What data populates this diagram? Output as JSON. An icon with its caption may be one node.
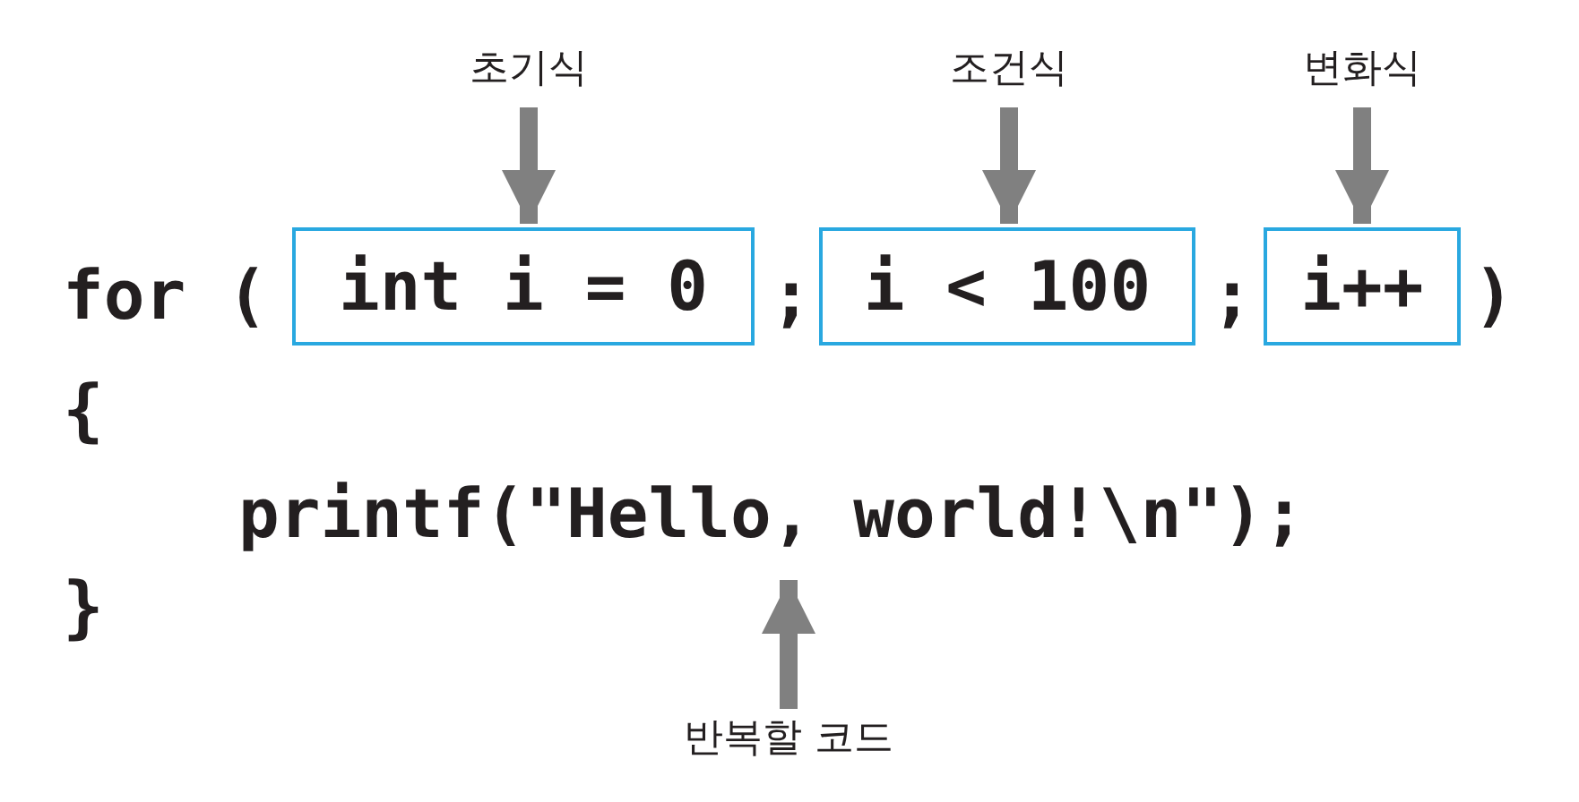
{
  "diagram": {
    "nodes": [
      {
        "text": [
          "초기식"
        ]
      },
      {
        "text": [
          "조건식"
        ]
      },
      {
        "text": [
          "변화식"
        ]
      },
      {
        "text": [
          "int i = 0"
        ]
      },
      {
        "text": [
          "i < 100"
        ]
      },
      {
        "text": [
          "i++"
        ]
      },
      {
        "text": [
          "printf(\"Hello, world!\\n\");"
        ]
      },
      {
        "text": [
          "반복할 코드"
        ]
      }
    ],
    "edges": [
      {
        "from": 0,
        "to": 3,
        "arrow": "to"
      },
      {
        "from": 1,
        "to": 4,
        "arrow": "to"
      },
      {
        "from": 2,
        "to": 5,
        "arrow": "to"
      },
      {
        "from": 7,
        "to": 6,
        "arrow": "to"
      }
    ],
    "labels": [
      "for (",
      ";",
      ";",
      ")",
      "{",
      "}"
    ]
  }
}
